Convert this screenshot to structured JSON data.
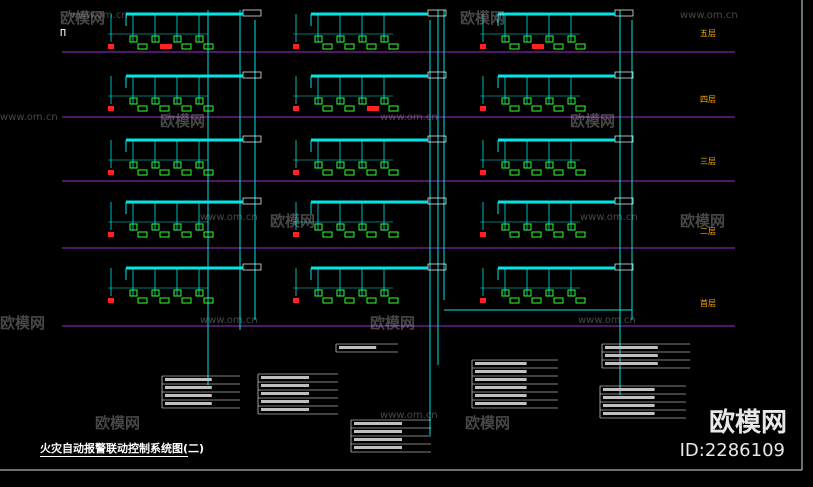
{
  "drawing_title": "火灾自动报警联动控制系统图(二)",
  "corner_mark": "П",
  "floor_labels": [
    "五层",
    "四层",
    "三层",
    "二层",
    "首层"
  ],
  "watermark": {
    "logo_text": "欧模网",
    "id_text": "ID:2286109",
    "site_text": "www.om.cn",
    "brand_text": "欧模网"
  },
  "colors": {
    "background": "#000000",
    "bus": "#00e5e5",
    "device_green": "#33ff33",
    "device_red": "#ff2222",
    "floor_line": "#9a30c8",
    "text_white": "#ffffff",
    "floor_label": "#ffb000"
  }
}
